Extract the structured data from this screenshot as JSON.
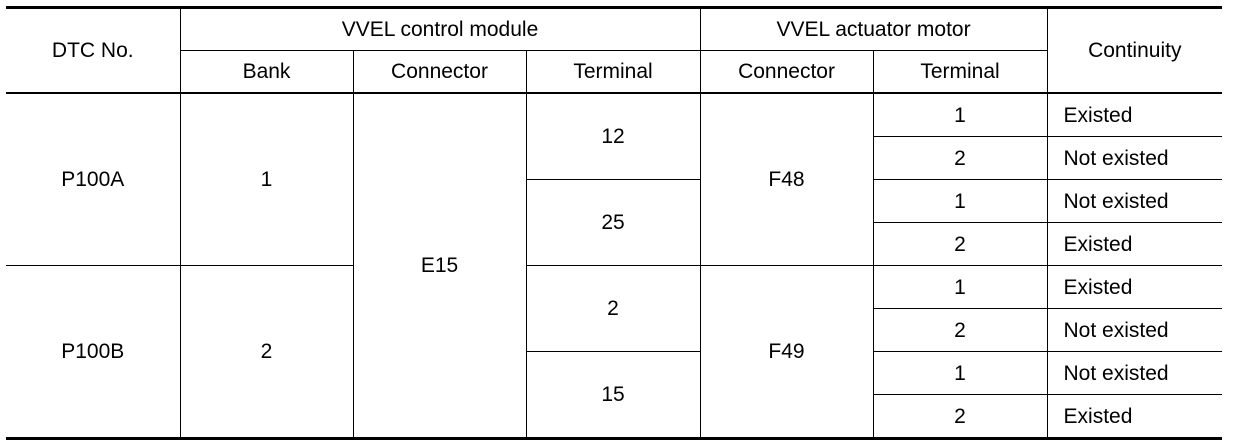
{
  "headers": {
    "dtc_no": "DTC No.",
    "vvel_control_module": "VVEL control module",
    "vvel_actuator_motor": "VVEL actuator motor",
    "continuity": "Continuity",
    "bank": "Bank",
    "module_connector": "Connector",
    "module_terminal": "Terminal",
    "motor_connector": "Connector",
    "motor_terminal": "Terminal"
  },
  "groups": [
    {
      "dtc": "P100A",
      "bank": "1",
      "motor_connector": "F48",
      "module_terminals": [
        "12",
        "25"
      ],
      "rows": [
        {
          "motor_terminal": "1",
          "continuity": "Existed"
        },
        {
          "motor_terminal": "2",
          "continuity": "Not existed"
        },
        {
          "motor_terminal": "1",
          "continuity": "Not existed"
        },
        {
          "motor_terminal": "2",
          "continuity": "Existed"
        }
      ]
    },
    {
      "dtc": "P100B",
      "bank": "2",
      "motor_connector": "F49",
      "module_terminals": [
        "2",
        "15"
      ],
      "rows": [
        {
          "motor_terminal": "1",
          "continuity": "Existed"
        },
        {
          "motor_terminal": "2",
          "continuity": "Not existed"
        },
        {
          "motor_terminal": "1",
          "continuity": "Not existed"
        },
        {
          "motor_terminal": "2",
          "continuity": "Existed"
        }
      ]
    }
  ],
  "module_connector": "E15"
}
